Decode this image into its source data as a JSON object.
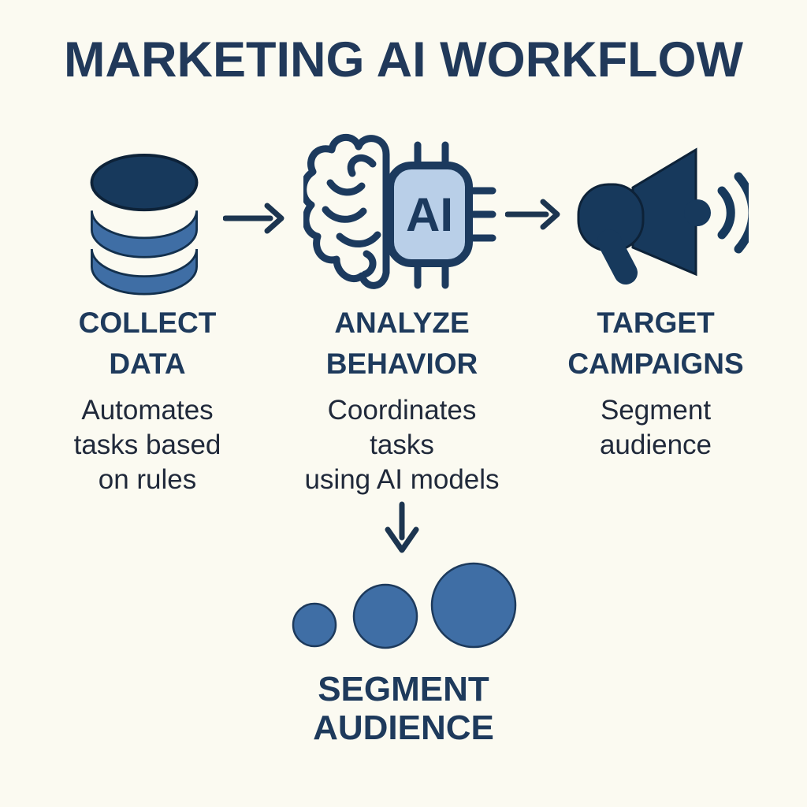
{
  "title": "MARKETING AI WORKFLOW",
  "colors": {
    "background": "#fbfaf1",
    "navy": "#1e3a5c",
    "dark_navy_fill": "#17395c",
    "medium_blue": "#3f6ea5",
    "light_blue": "#b9cfe8",
    "body_text": "#20293a"
  },
  "steps": [
    {
      "icon": "database-icon",
      "heading_line1": "COLLECT",
      "heading_line2": "DATA",
      "description_lines": [
        "Automates",
        "tasks based",
        "on rules"
      ]
    },
    {
      "icon": "brain-ai-chip-icon",
      "chip_label": "AI",
      "heading_line1": "ANALYZE",
      "heading_line2": "BEHAVIOR",
      "description_lines": [
        "Coordinates",
        "tasks",
        "using AI models"
      ]
    },
    {
      "icon": "megaphone-icon",
      "heading_line1": "TARGET",
      "heading_line2": "CAMPAIGNS",
      "description_lines": [
        "Segment",
        "audience"
      ]
    }
  ],
  "connectors": [
    {
      "type": "arrow-right",
      "from": "collect-data",
      "to": "analyze-behavior"
    },
    {
      "type": "arrow-right",
      "from": "analyze-behavior",
      "to": "target-campaigns"
    },
    {
      "type": "arrow-down",
      "from": "analyze-behavior",
      "to": "segment-audience"
    }
  ],
  "final_step": {
    "icon": "audience-dots-icon",
    "heading_line1": "SEGMENT",
    "heading_line2": "AUDIENCE"
  }
}
